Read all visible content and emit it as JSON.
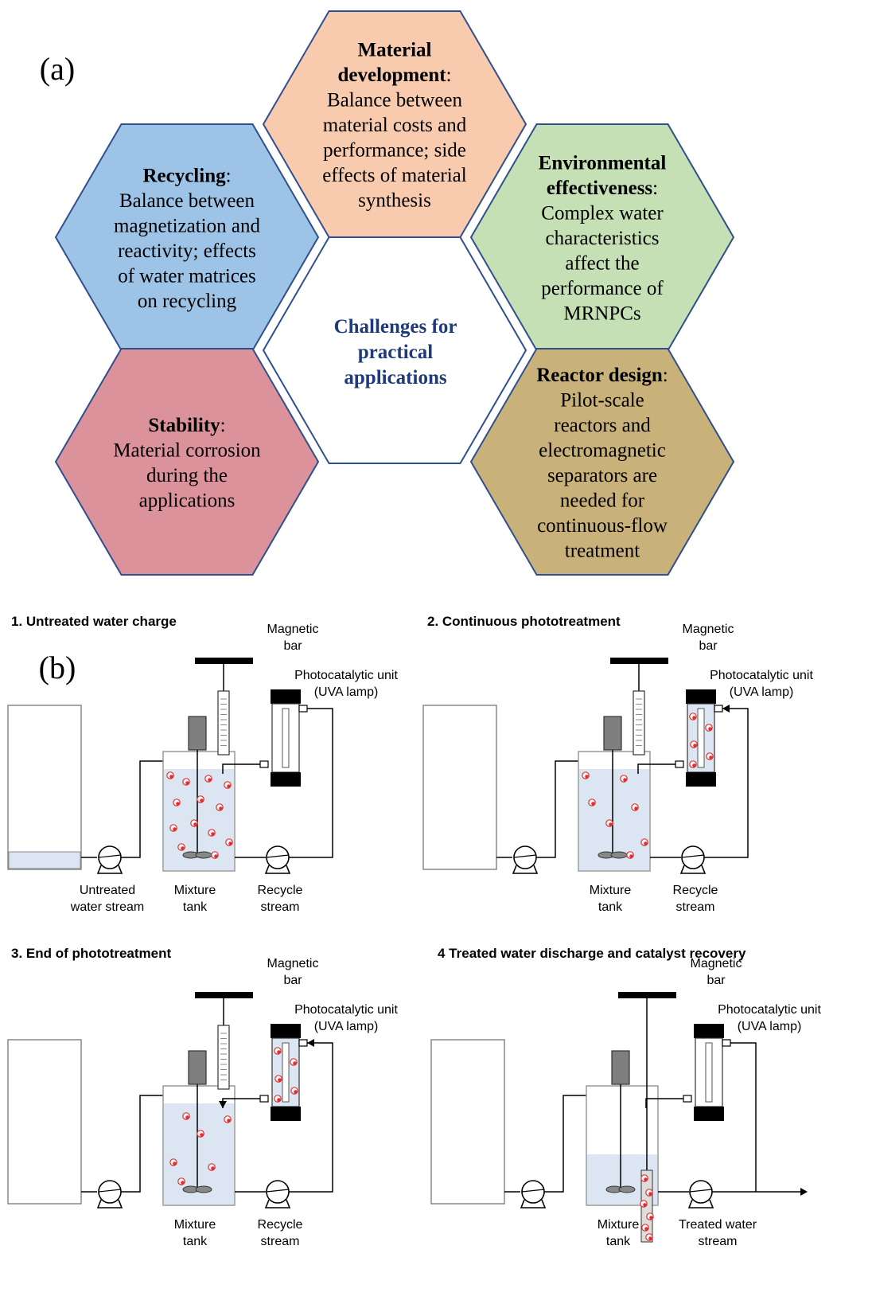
{
  "panel_a": {
    "label": "(a)",
    "center": [
      "Challenges for",
      "practical",
      "applications"
    ],
    "hexes": [
      {
        "key": "material",
        "fill": "#F8CAAE",
        "title": [
          "Material",
          "development"
        ],
        "body": [
          "Balance between",
          "material costs and",
          "performance; side",
          "effects of material",
          "synthesis"
        ]
      },
      {
        "key": "recycling",
        "fill": "#9DC3E6",
        "title": [
          "Recycling"
        ],
        "body": [
          "Balance between",
          "magnetization and",
          "reactivity; effects",
          "of water matrices",
          "on recycling"
        ]
      },
      {
        "key": "environmental",
        "fill": "#C5E0B4",
        "title": [
          "Environmental",
          "effectiveness"
        ],
        "body": [
          "Complex water",
          "characteristics",
          "affect the",
          "performance of",
          "MRNPCs"
        ]
      },
      {
        "key": "stability",
        "fill": "#DC929B",
        "title": [
          "Stability"
        ],
        "body": [
          "Material corrosion",
          "during the",
          "applications"
        ]
      },
      {
        "key": "reactor",
        "fill": "#C9B27A",
        "title": [
          "Reactor design"
        ],
        "body": [
          "Pilot-scale",
          "reactors and",
          "electromagnetic",
          "separators are",
          "needed for",
          "continuous-flow",
          "treatment"
        ]
      }
    ],
    "colors": {
      "hex_stroke": "#2F4F8F",
      "center_text": "#1F3A7A"
    }
  },
  "panel_b": {
    "label": "(b)",
    "steps": [
      {
        "title": "1.  Untreated water charge",
        "labels": {
          "magnet": [
            "Magnetic",
            "bar"
          ],
          "photo": [
            "Photocatalytic unit",
            "(UVA lamp)"
          ],
          "untreated": [
            "Untreated",
            "water stream"
          ],
          "mixture": [
            "Mixture",
            "tank"
          ],
          "recycle": [
            "Recycle",
            "stream"
          ]
        }
      },
      {
        "title": "2.  Continuous phototreatment",
        "labels": {
          "magnet": [
            "Magnetic",
            "bar"
          ],
          "photo": [
            "Photocatalytic unit",
            "(UVA lamp)"
          ],
          "mixture": [
            "Mixture",
            "tank"
          ],
          "recycle": [
            "Recycle",
            "stream"
          ]
        }
      },
      {
        "title": "3.  End of phototreatment",
        "labels": {
          "magnet": [
            "Magnetic",
            "bar"
          ],
          "photo": [
            "Photocatalytic unit",
            "(UVA lamp)"
          ],
          "mixture": [
            "Mixture",
            "tank"
          ],
          "recycle": [
            "Recycle",
            "stream"
          ]
        }
      },
      {
        "title": "4 Treated water discharge and catalyst recovery",
        "labels": {
          "magnet": [
            "Magnetic",
            "bar"
          ],
          "photo": [
            "Photocatalytic unit",
            "(UVA lamp)"
          ],
          "mixture": [
            "Mixture",
            "tank"
          ],
          "treated": [
            "Treated water",
            "stream"
          ]
        }
      }
    ],
    "colors": {
      "water": "#DCE6F2",
      "particle": "#E03030",
      "equipment": "#7F7F7F",
      "line": "#000000"
    }
  }
}
